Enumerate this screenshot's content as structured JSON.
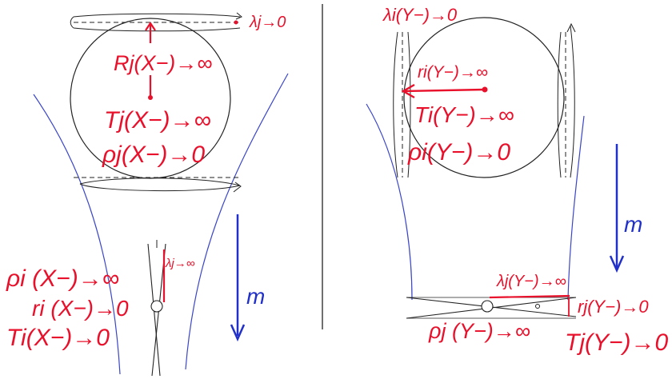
{
  "left_panel": {
    "lambda_j_label": "λj→0",
    "R_j_label": "Rj(X−)→∞",
    "T_j_label": "Tj(X−)→∞",
    "rho_j_label": "ρj(X−)→0",
    "lambda_j_small_label": "λj→∞",
    "rho_i_label": "ρi (X−)→∞",
    "r_i_label": "ri (X−)→0",
    "T_i_label": "Ti(X−)→0",
    "m_label": "m"
  },
  "right_panel": {
    "lambda_i_label": "λi(Y−)→0",
    "r_i_label": "ri(Y−)→∞",
    "T_i_label": "Ti(Y−)→∞",
    "rho_i_label": "ρi(Y−)→0",
    "lambda_j_label": "λj(Y−)→∞",
    "r_j_label": "rj(Y−)→0",
    "rho_j_label": "ρj (Y−)→∞",
    "T_j_label": "Tj(Y−)→0",
    "m_label": "m"
  },
  "colors": {
    "red": "#e8102a",
    "blue": "#2130c8",
    "black": "#222222"
  }
}
